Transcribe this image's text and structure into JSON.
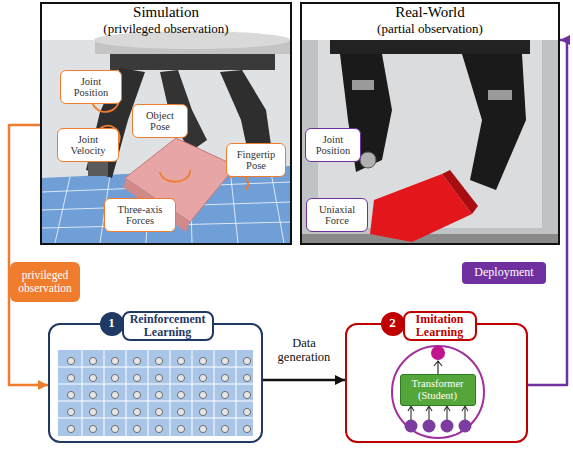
{
  "diagram": {
    "nodes": [
      {
        "text": [
          "Simulation",
          "(privileged observation)"
        ]
      },
      {
        "text": [
          "Joint Position"
        ],
        "in": 0
      },
      {
        "text": [
          "Joint Velocity"
        ],
        "in": 0
      },
      {
        "text": [
          "Object Pose"
        ],
        "in": 0
      },
      {
        "text": [
          "Fingertip Pose"
        ],
        "in": 0
      },
      {
        "text": [
          "Three-axis Forces"
        ],
        "in": 0
      },
      {
        "text": [
          "Real-World",
          "(partial observation)"
        ]
      },
      {
        "text": [
          "Joint Position"
        ],
        "in": 6
      },
      {
        "text": [
          "Uniaxial Force"
        ],
        "in": 6
      },
      {
        "text": [
          "Reinforcement Learning"
        ]
      },
      {
        "text": [
          "1"
        ],
        "in": 9
      },
      {
        "text": [
          "Imitation Learning"
        ]
      },
      {
        "text": [
          "2"
        ],
        "in": 11
      },
      {
        "text": [
          "Transformer (Student)"
        ],
        "in": 11
      }
    ],
    "edges": [
      {
        "from": 0,
        "to": 9,
        "label": "privileged observation",
        "arrow": "to"
      },
      {
        "from": 9,
        "to": 11,
        "label": "Data generation",
        "arrow": "to"
      },
      {
        "from": 11,
        "to": 6,
        "label": "Deployment",
        "arrow": "to"
      }
    ]
  }
}
